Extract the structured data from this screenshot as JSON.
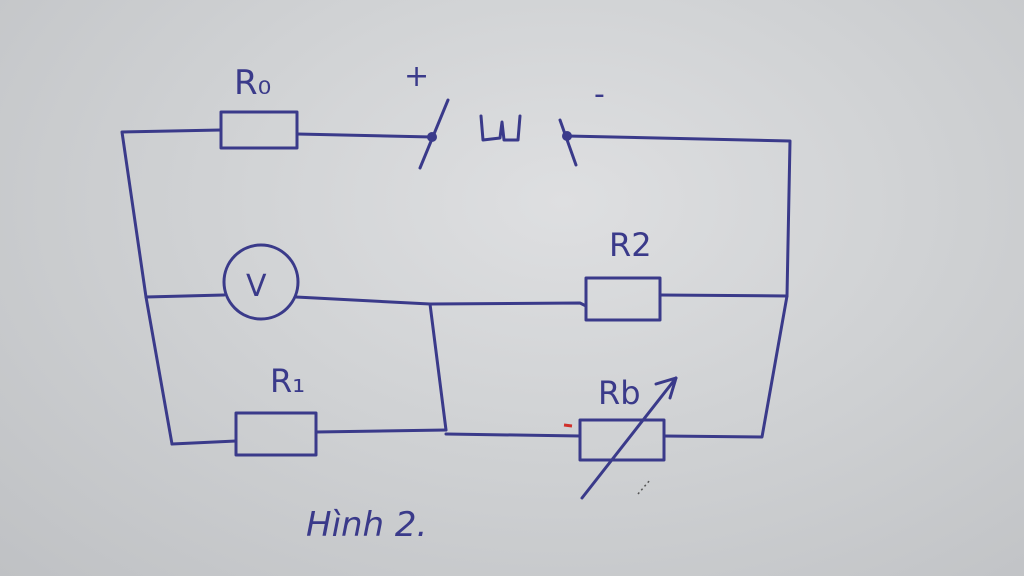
{
  "diagram": {
    "labels": {
      "r0": "R₀",
      "r1": "R₁",
      "r2": "R2",
      "rb": "Rb",
      "voltmeter": "V",
      "plus": "+",
      "minus": "-",
      "caption": "Hình 2."
    },
    "colors": {
      "ink": "#3a3a8a",
      "paper": "#d6d8da",
      "red_mark": "#d0302a"
    }
  }
}
